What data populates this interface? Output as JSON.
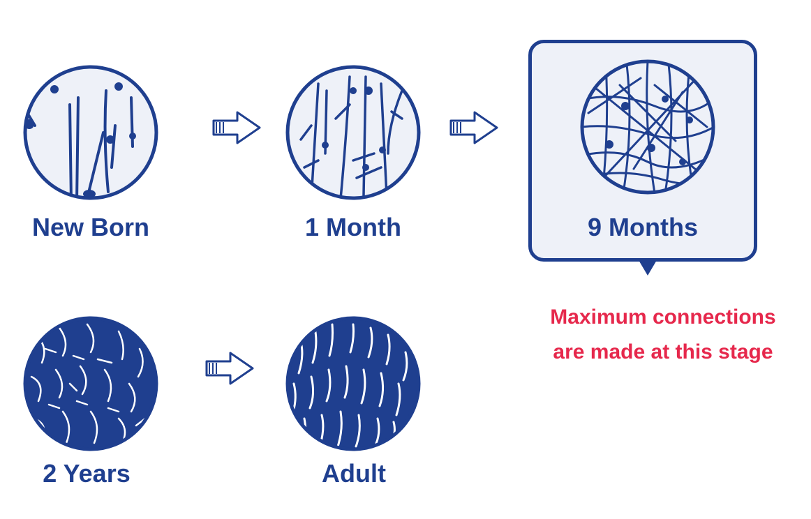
{
  "stages": [
    {
      "label": "New Born",
      "density": "sparse"
    },
    {
      "label": "1 Month",
      "density": "low"
    },
    {
      "label": "9 Months",
      "density": "medium",
      "highlighted": true
    },
    {
      "label": "2 Years",
      "density": "dense"
    },
    {
      "label": "Adult",
      "density": "dense"
    }
  ],
  "note": {
    "line1": "Maximum connections",
    "line2": "are made at this stage"
  },
  "colors": {
    "primary": "#1f3f8f",
    "circle_fill": "#eef1f8",
    "highlight_fill": "#eef1f8",
    "note": "#e6284c"
  },
  "icons": [
    "right-arrow-icon"
  ]
}
